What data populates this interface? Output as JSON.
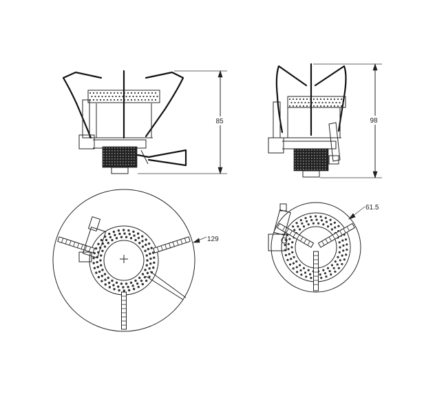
{
  "diagram": {
    "dimensions": {
      "height_folded": "85",
      "height_extended": "98",
      "diameter_large": "129",
      "diameter_small": "61.5"
    }
  }
}
